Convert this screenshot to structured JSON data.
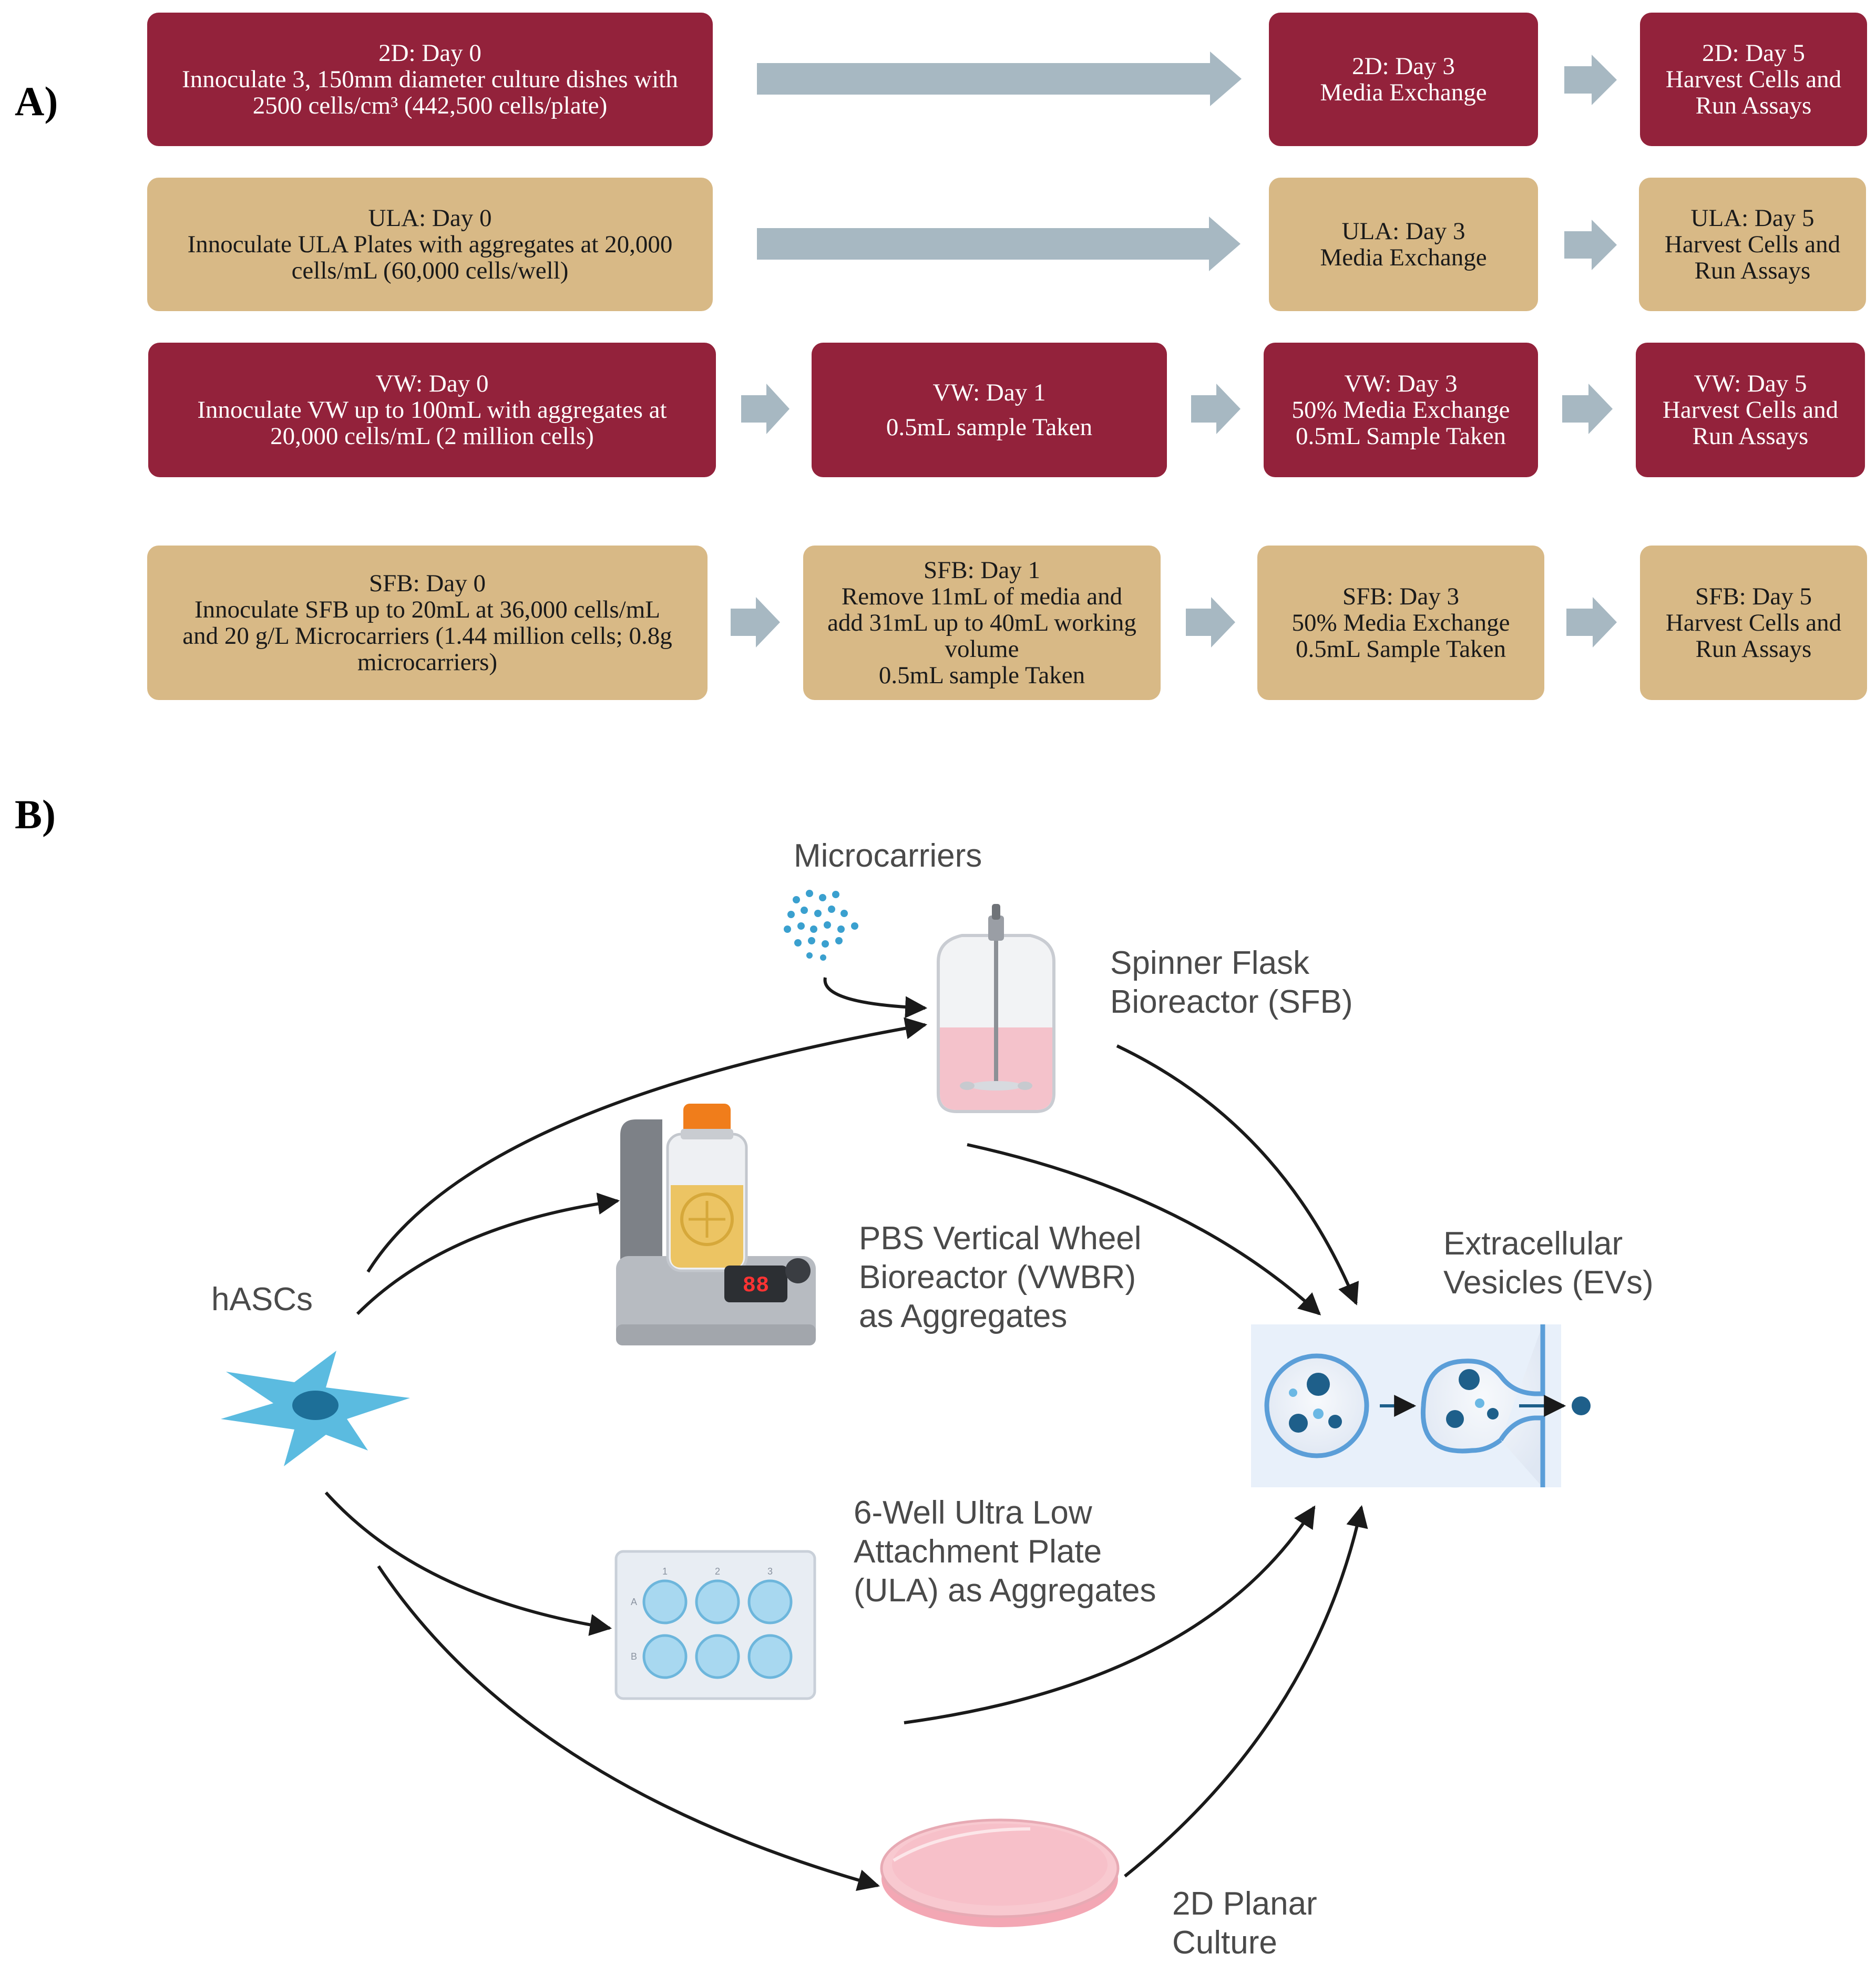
{
  "panel_a": {
    "label": "A)",
    "rows": [
      {
        "steps": [
          {
            "lines": [
              "2D: Day 0",
              "Innoculate 3, 150mm diameter culture dishes with",
              "2500 cells/cm³ (442,500 cells/plate)"
            ]
          },
          {
            "lines": [
              "2D: Day 3",
              "Media Exchange"
            ]
          },
          {
            "lines": [
              "2D: Day 5",
              "Harvest Cells and",
              "Run Assays"
            ]
          }
        ]
      },
      {
        "steps": [
          {
            "lines": [
              "ULA: Day 0",
              "Innoculate ULA Plates with aggregates at 20,000",
              "cells/mL (60,000 cells/well)"
            ]
          },
          {
            "lines": [
              "ULA: Day 3",
              "Media Exchange"
            ]
          },
          {
            "lines": [
              "ULA: Day 5",
              "Harvest Cells and",
              "Run Assays"
            ]
          }
        ]
      },
      {
        "steps": [
          {
            "lines": [
              "VW: Day 0",
              "Innoculate VW up to 100mL with aggregates at",
              "20,000 cells/mL (2 million cells)"
            ]
          },
          {
            "lines": [
              "VW: Day 1",
              "0.5mL sample Taken"
            ]
          },
          {
            "lines": [
              "VW: Day 3",
              "50% Media Exchange",
              "0.5mL Sample Taken"
            ]
          },
          {
            "lines": [
              "VW: Day 5",
              "Harvest Cells and",
              "Run Assays"
            ]
          }
        ]
      },
      {
        "steps": [
          {
            "lines": [
              "SFB: Day 0",
              "Innoculate SFB up to 20mL at 36,000 cells/mL",
              "and 20 g/L Microcarriers (1.44 million cells; 0.8g",
              "microcarriers)"
            ]
          },
          {
            "lines": [
              "SFB: Day 1",
              "Remove 11mL of media and",
              "add 31mL up to 40mL working",
              "volume",
              "0.5mL sample Taken"
            ]
          },
          {
            "lines": [
              "SFB: Day 3",
              "50% Media Exchange",
              "0.5mL Sample Taken"
            ]
          },
          {
            "lines": [
              "SFB: Day 5",
              "Harvest Cells and",
              "Run Assays"
            ]
          }
        ]
      }
    ]
  },
  "panel_b": {
    "label": "B)",
    "microcarriers": "Microcarriers",
    "sfb": [
      "Spinner Flask",
      "Bioreactor (SFB)"
    ],
    "vwbr": [
      "PBS Vertical Wheel",
      "Bioreactor (VWBR)",
      "as Aggregates"
    ],
    "hascs": "hASCs",
    "evs": [
      "Extracellular",
      "Vesicles (EVs)"
    ],
    "ula": [
      "6-Well Ultra Low",
      "Attachment Plate",
      "(ULA) as Aggregates"
    ],
    "planar": [
      "2D Planar",
      "Culture"
    ],
    "display_value": "88",
    "well_labels": [
      "1",
      "2",
      "3",
      "A",
      "B"
    ]
  },
  "colors": {
    "maroon": "#93223b",
    "tan": "#d8b986",
    "arrow_gray": "#a7b8c2",
    "cell_blue": "#5bbbe0",
    "pink_media": "#f4c2cb"
  },
  "icons": [
    "flow-arrow",
    "cell-icon",
    "spinner-flask-icon",
    "vertical-wheel-bioreactor-icon",
    "ula-plate-icon",
    "petri-dish-icon",
    "extracellular-vesicle-icon",
    "microcarriers-icon"
  ]
}
